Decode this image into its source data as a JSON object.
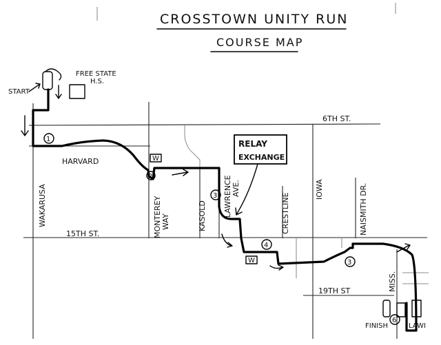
{
  "map": {
    "title": "CROSSTOWN UNITY RUN",
    "subtitle": "COURSE MAP",
    "start_label": "START",
    "finish_label": "FINISH",
    "relay_label_line1": "RELAY",
    "relay_label_line2": "EXCHANGE",
    "landmark_line1": "FREE STATE",
    "landmark_line2": "H.S.",
    "streets": {
      "sixth": "6TH ST.",
      "fifteenth": "15TH ST.",
      "nineteenth": "19TH ST",
      "harvard": "HARVARD",
      "wakarusa": "WAKARUSA",
      "monterey_line1": "MONTEREY",
      "monterey_line2": "WAY",
      "kasold": "KASOLD",
      "lawrence_line1": "LAWRENCE",
      "lawrence_line2": "AVE.",
      "crestline": "CRESTLINE",
      "iowa": "IOWA",
      "naismith": "NAISMITH DR.",
      "miss": "MISS.",
      "lawi": "LAWI"
    },
    "markers": {
      "one": "1",
      "two": "2",
      "three_a": "3",
      "three_b": "3",
      "four": "4",
      "six": "6",
      "water_a": "W",
      "water_b": "W"
    }
  }
}
